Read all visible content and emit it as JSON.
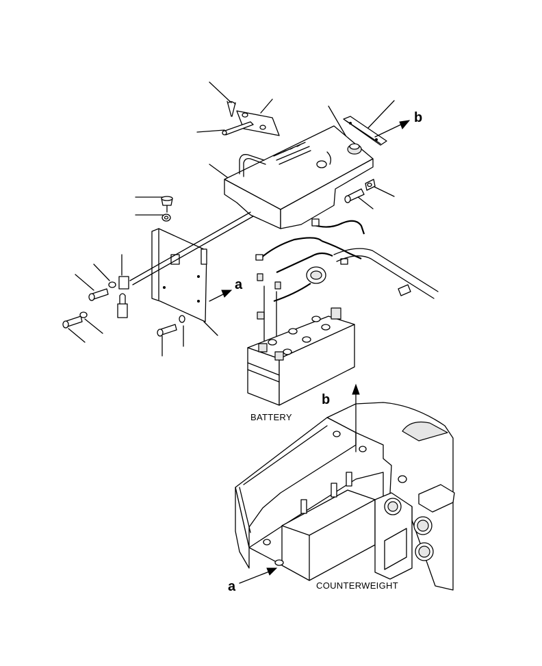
{
  "diagram": {
    "labels": {
      "battery": "BATTERY",
      "counterweight": "COUNTERWEIGHT"
    },
    "arrows": {
      "a_letter": "a",
      "b_letter": "b"
    },
    "colors": {
      "line": "#000000",
      "background": "#ffffff"
    }
  }
}
